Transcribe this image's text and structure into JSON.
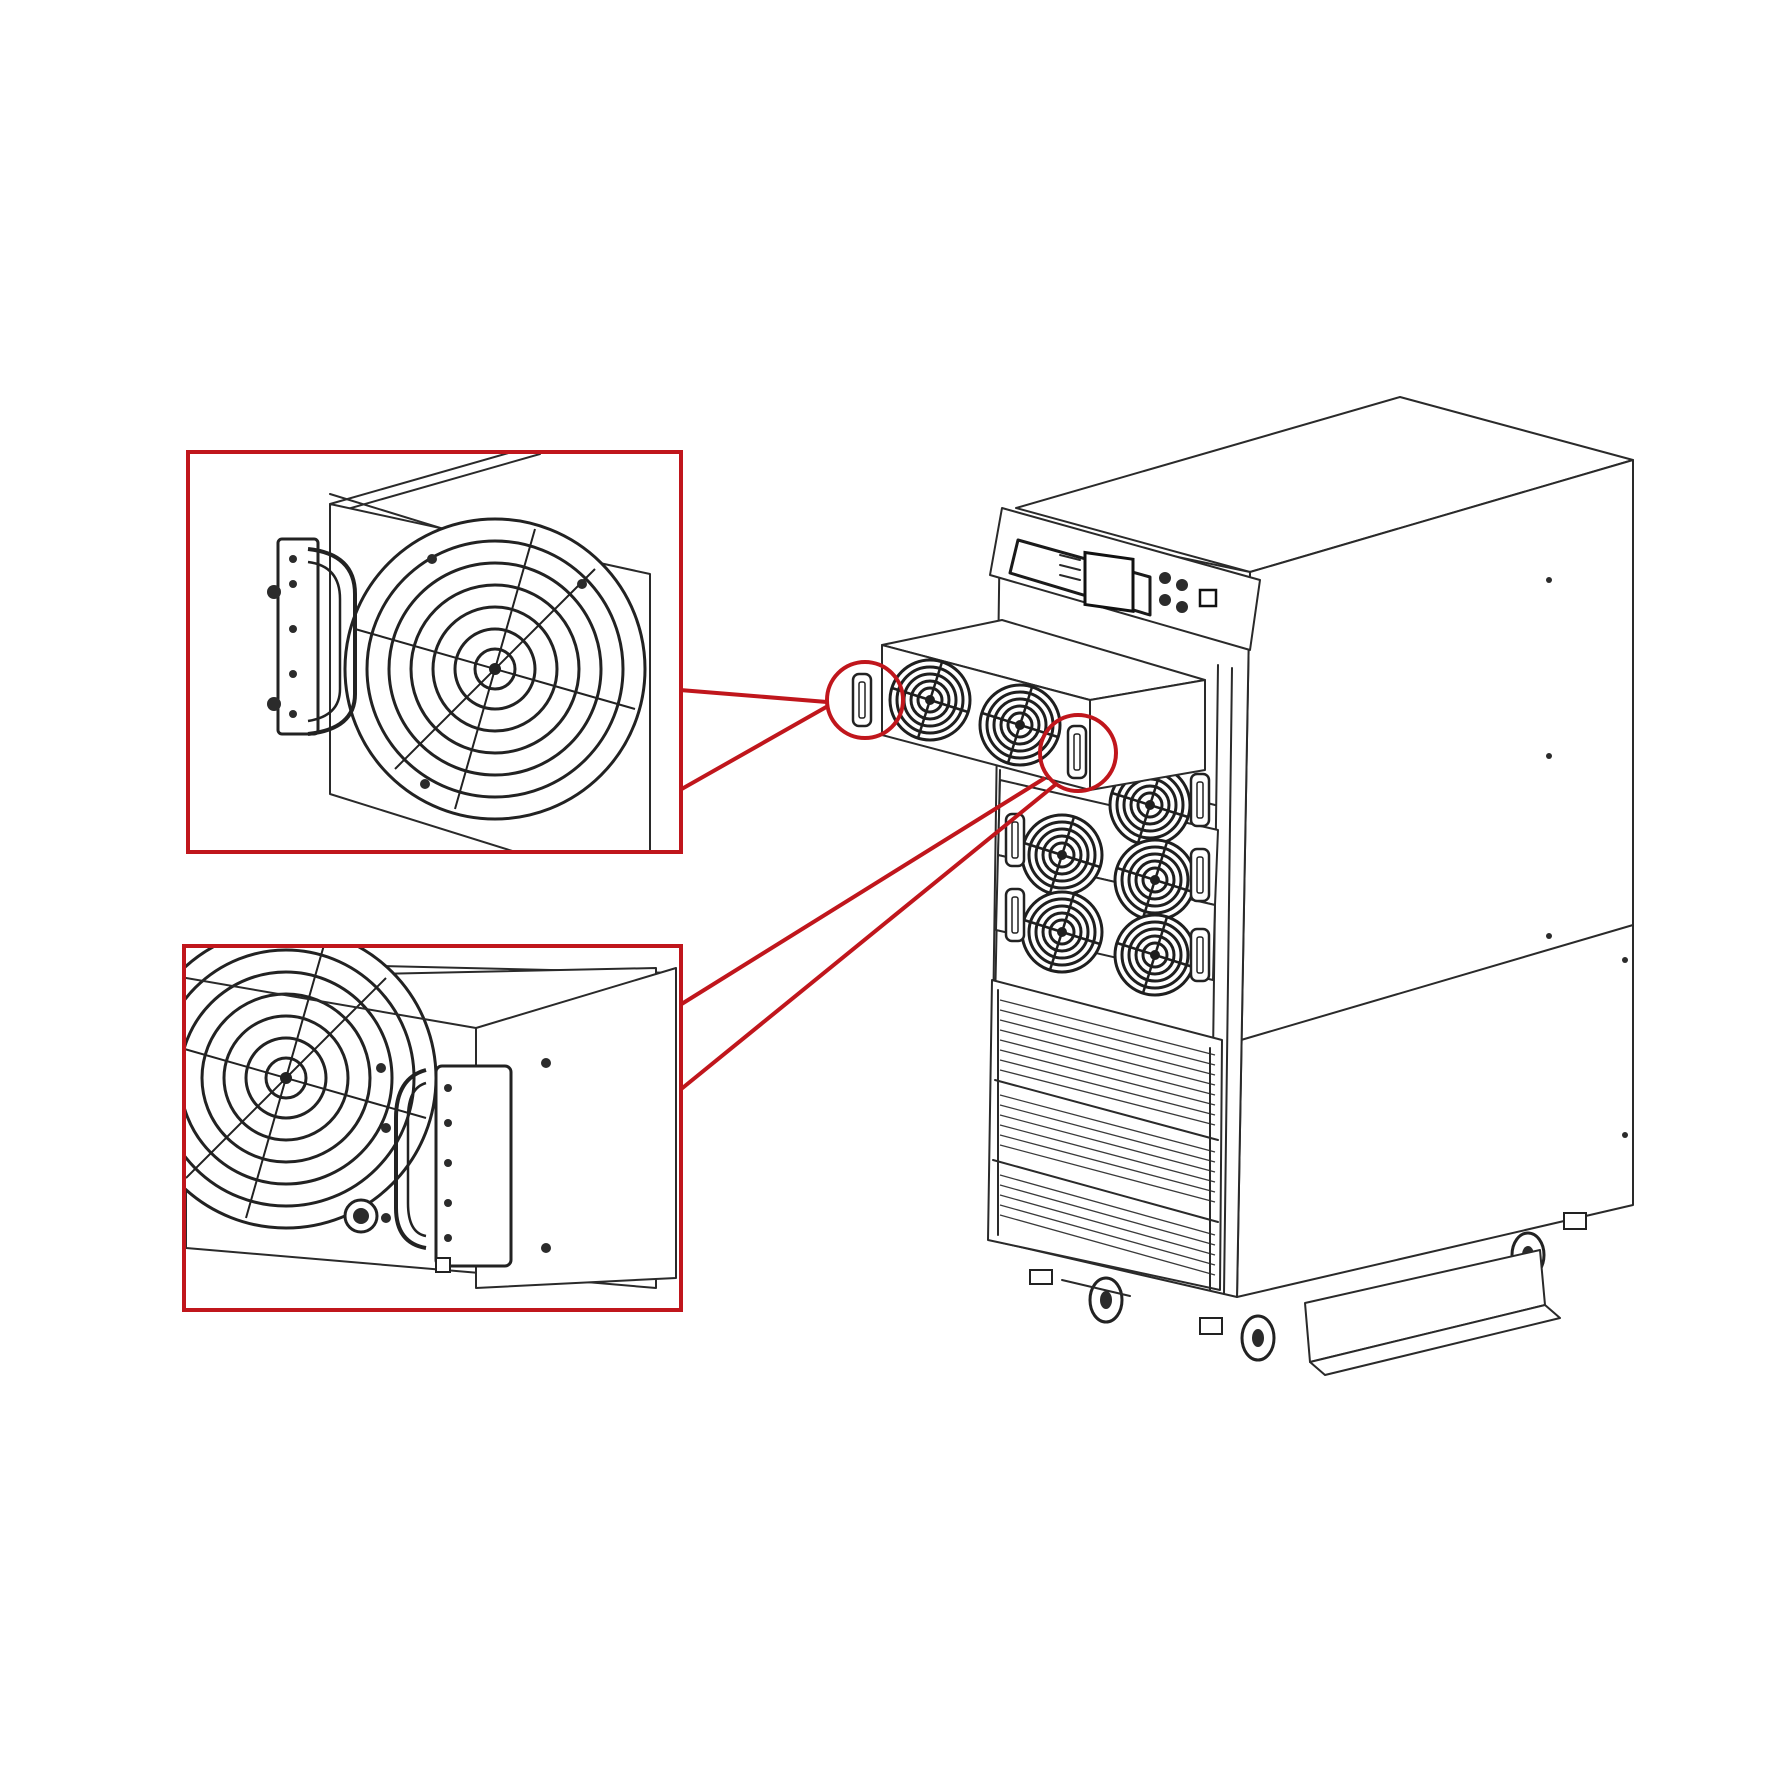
{
  "figure": {
    "background": "#ffffff",
    "accent": "#c0161c",
    "line_color": "#2a2a2a"
  },
  "callouts": [
    {
      "id": "left-handle",
      "icon": "zoom-circle"
    },
    {
      "id": "right-handle",
      "icon": "zoom-circle"
    }
  ],
  "detail_panels": [
    {
      "id": "top-detail",
      "shows": "left-handle"
    },
    {
      "id": "bottom-detail",
      "shows": "right-handle"
    }
  ]
}
